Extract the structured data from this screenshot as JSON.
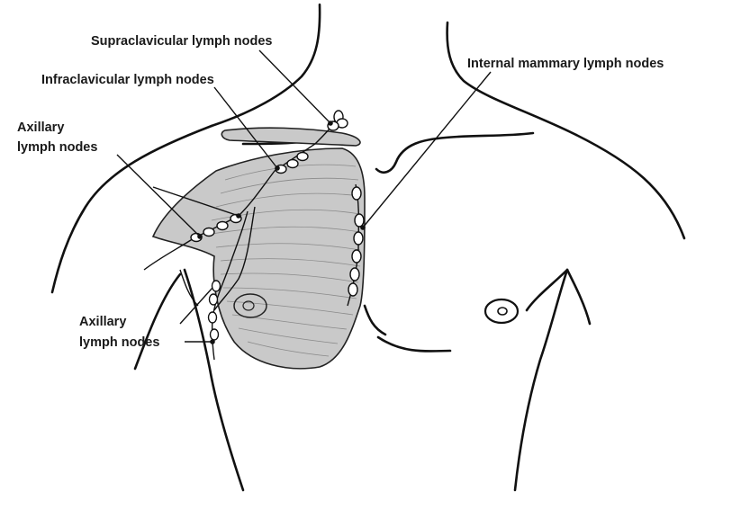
{
  "labels": {
    "supraclavicular": "Supraclavicular lymph nodes",
    "infraclavicular": "Infraclavicular lymph nodes",
    "axillary_upper_line1": "Axillary",
    "axillary_upper_line2": "lymph nodes",
    "internal_mammary": "Internal mammary lymph nodes",
    "axillary_lower_line1": "Axillary",
    "axillary_lower_line2": "lymph nodes"
  }
}
